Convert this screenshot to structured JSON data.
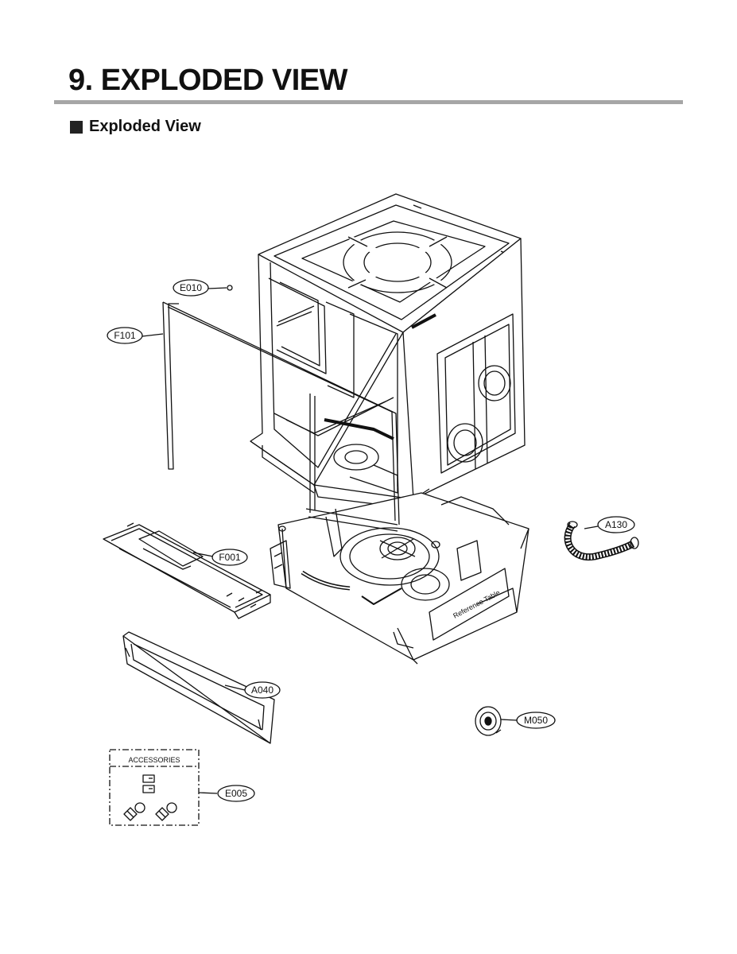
{
  "page": {
    "title": "9. EXPLODED VIEW",
    "section_heading": "Exploded View"
  },
  "diagram": {
    "accessories_label": "ACCESSORIES",
    "callouts": {
      "e010": "E010",
      "f101": "F101",
      "f001": "F001",
      "a040": "A040",
      "a130": "A130",
      "m050": "M050",
      "e005": "E005"
    },
    "panel_text": "Reference Table"
  }
}
